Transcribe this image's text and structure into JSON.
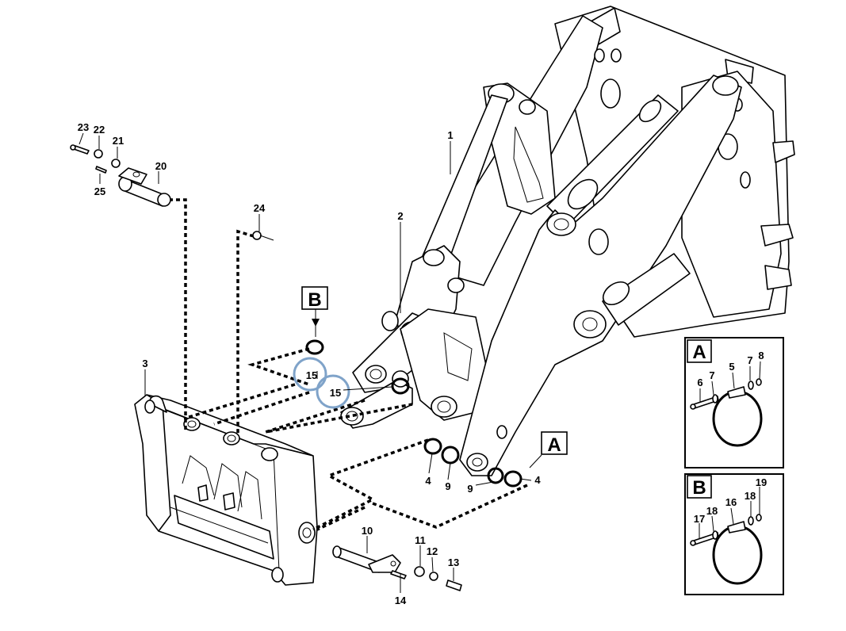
{
  "callouts": {
    "c1": "1",
    "c2": "2",
    "c3": "3",
    "c4a": "4",
    "c4b": "4",
    "c9a": "9",
    "c9b": "9",
    "c10": "10",
    "c11": "11",
    "c12": "12",
    "c13": "13",
    "c14": "14",
    "c15a": "15",
    "c15b": "15",
    "c20": "20",
    "c21": "21",
    "c22": "22",
    "c23": "23",
    "c24": "24",
    "c25": "25"
  },
  "view_markers": {
    "b": "B",
    "a": "A"
  },
  "inset_a": {
    "title": "A",
    "labels": [
      "6",
      "7",
      "5",
      "7",
      "8"
    ]
  },
  "inset_b": {
    "title": "B",
    "labels": [
      "17",
      "18",
      "16",
      "18",
      "19"
    ]
  },
  "colors": {
    "line": "#000000",
    "highlight": "#7fa3c9",
    "background": "#ffffff"
  }
}
